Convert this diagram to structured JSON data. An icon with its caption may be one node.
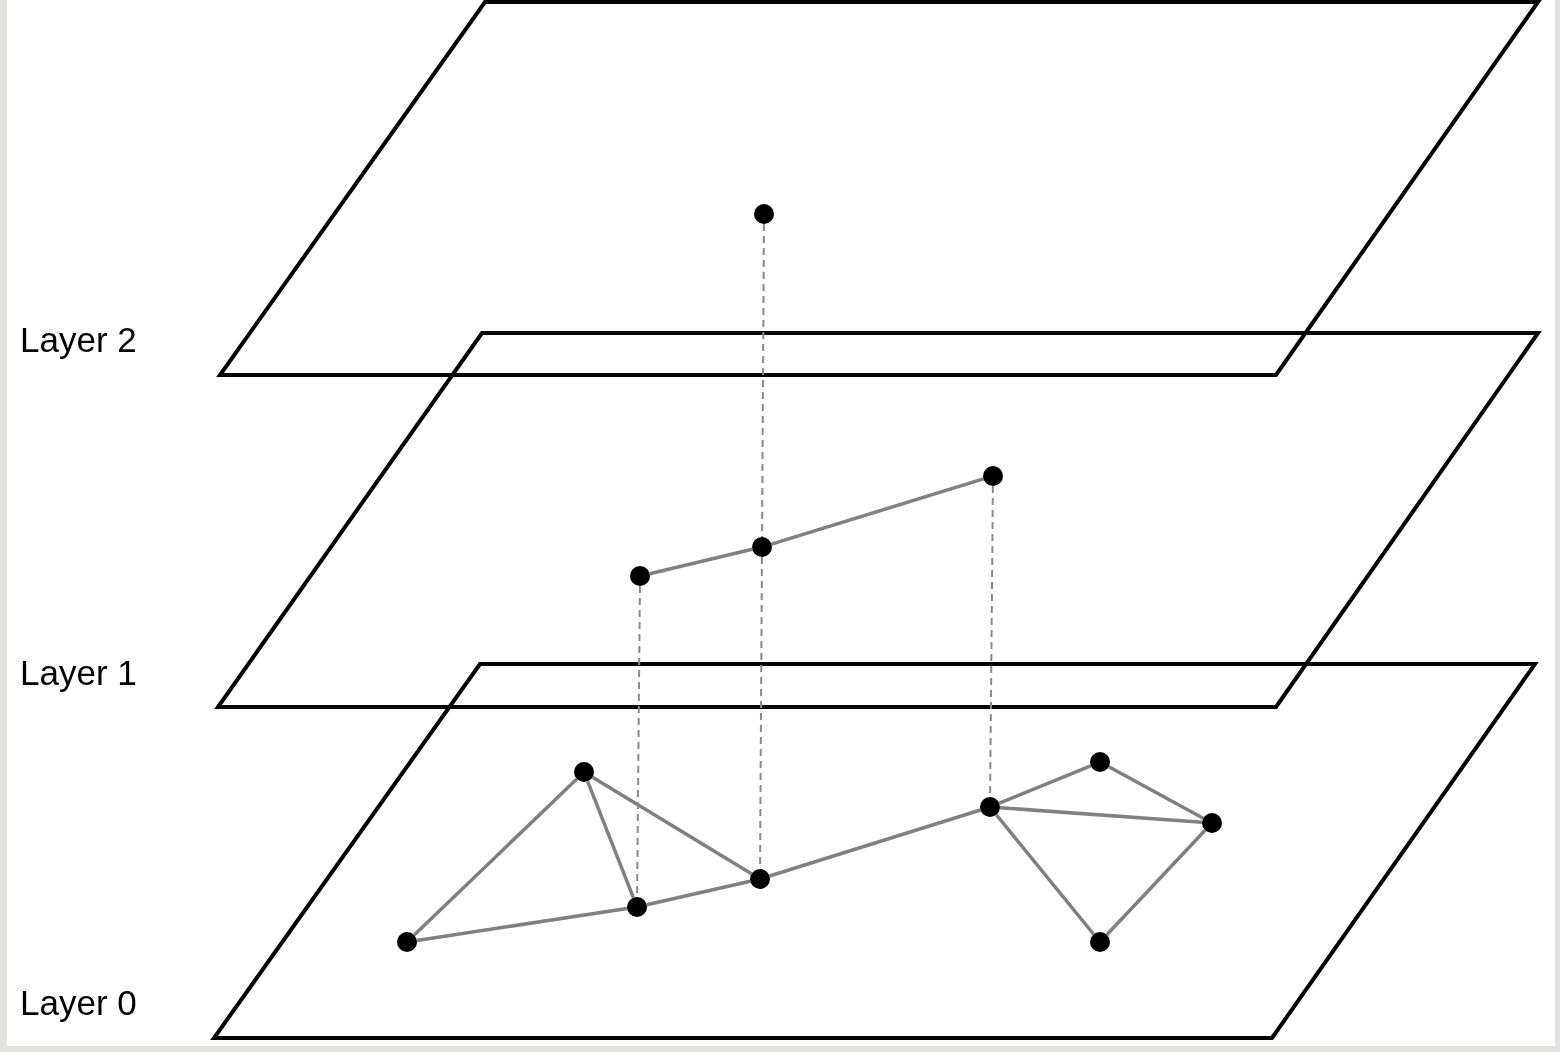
{
  "diagram": {
    "nodes": [
      {
        "text": [
          "Layer 2"
        ]
      },
      {
        "text": [],
        "shape": "circle",
        "in": 0
      },
      {
        "text": [
          "Layer 1"
        ]
      },
      {
        "text": [],
        "shape": "circle",
        "in": 2
      },
      {
        "text": [],
        "shape": "circle",
        "in": 2
      },
      {
        "text": [],
        "shape": "circle",
        "in": 2
      },
      {
        "text": [
          "Layer 0"
        ]
      },
      {
        "text": [],
        "shape": "circle",
        "in": 6
      },
      {
        "text": [],
        "shape": "circle",
        "in": 6
      },
      {
        "text": [],
        "shape": "circle",
        "in": 6
      },
      {
        "text": [],
        "shape": "circle",
        "in": 6
      },
      {
        "text": [],
        "shape": "circle",
        "in": 6
      },
      {
        "text": [],
        "shape": "circle",
        "in": 6
      },
      {
        "text": [],
        "shape": "circle",
        "in": 6
      },
      {
        "text": [],
        "shape": "circle",
        "in": 6
      }
    ],
    "edges": [
      {
        "from": 3,
        "to": 4,
        "arrow": "none"
      },
      {
        "from": 4,
        "to": 5,
        "arrow": "none"
      },
      {
        "from": 7,
        "to": 8,
        "arrow": "none"
      },
      {
        "from": 7,
        "to": 9,
        "arrow": "none"
      },
      {
        "from": 8,
        "to": 9,
        "arrow": "none"
      },
      {
        "from": 8,
        "to": 10,
        "arrow": "none"
      },
      {
        "from": 9,
        "to": 10,
        "arrow": "none"
      },
      {
        "from": 10,
        "to": 11,
        "arrow": "none"
      },
      {
        "from": 11,
        "to": 12,
        "arrow": "none"
      },
      {
        "from": 11,
        "to": 14,
        "arrow": "none"
      },
      {
        "from": 12,
        "to": 14,
        "arrow": "none"
      },
      {
        "from": 11,
        "to": 13,
        "arrow": "none"
      },
      {
        "from": 13,
        "to": 14,
        "arrow": "none"
      },
      {
        "from": 1,
        "to": 4,
        "arrow": "none",
        "style": "dashed"
      },
      {
        "from": 4,
        "to": 10,
        "arrow": "none",
        "style": "dashed"
      },
      {
        "from": 3,
        "to": 9,
        "arrow": "none",
        "style": "dashed"
      },
      {
        "from": 5,
        "to": 11,
        "arrow": "none",
        "style": "dashed"
      }
    ]
  }
}
